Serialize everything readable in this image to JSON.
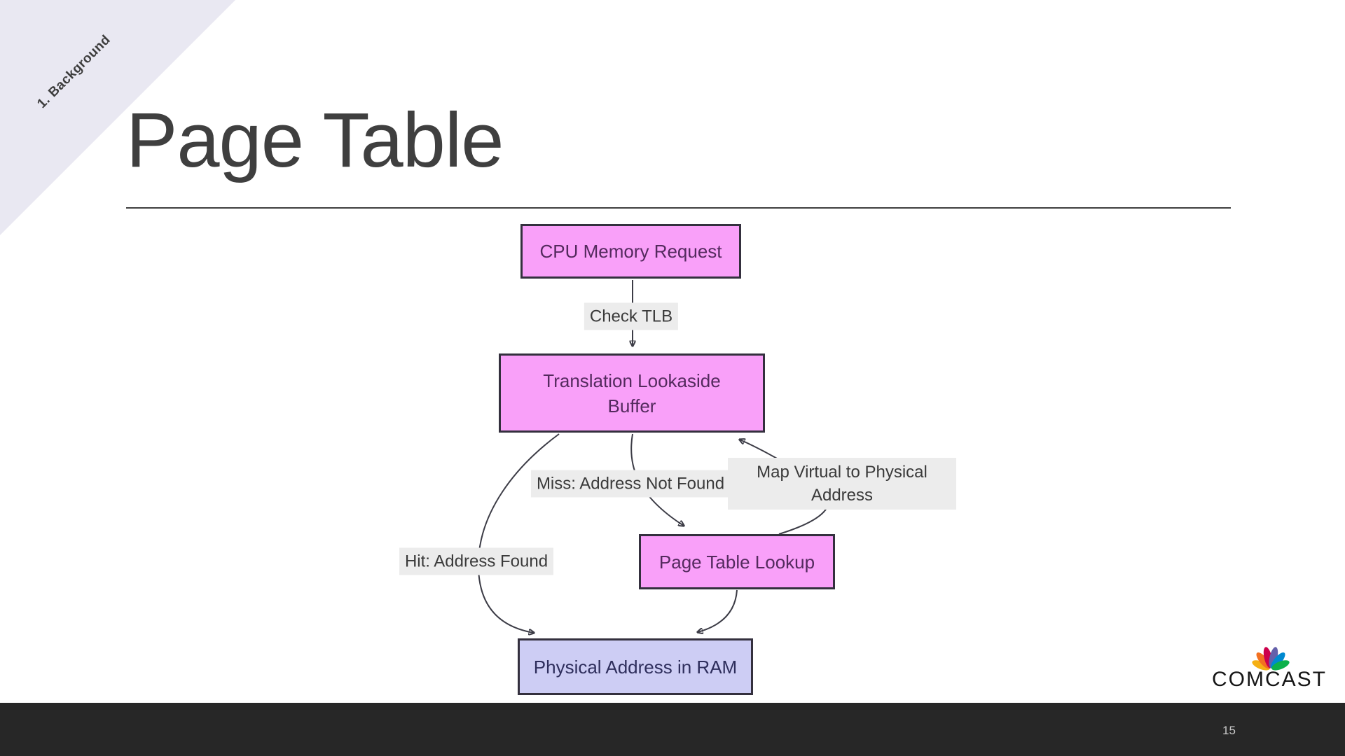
{
  "slide": {
    "section_label": "1. Background",
    "title": "Page Table",
    "page_number": "15"
  },
  "brand": {
    "wordmark": "COMCAST",
    "icon": "nbc-peacock-icon",
    "peacock_colors": [
      "#f5b014",
      "#f37021",
      "#cc004c",
      "#6460aa",
      "#0089d0",
      "#0db14b"
    ]
  },
  "colors": {
    "node_pink": "#f9a0f9",
    "node_lavender": "#cdcdf4",
    "node_border": "#34303e",
    "edge_stroke": "#3c3c46",
    "edge_label_bg": "#ececec",
    "ribbon_bg": "#e9e8f2",
    "footer_bg": "#272727"
  },
  "diagram": {
    "type": "flowchart",
    "nodes": [
      {
        "id": "cpu",
        "label": "CPU Memory Request",
        "fill": "#f9a0f9"
      },
      {
        "id": "tlb",
        "label": "Translation Lookaside Buffer",
        "fill": "#f9a0f9"
      },
      {
        "id": "ptl",
        "label": "Page Table Lookup",
        "fill": "#f9a0f9"
      },
      {
        "id": "ram",
        "label": "Physical Address in RAM",
        "fill": "#cdcdf4"
      }
    ],
    "edges": [
      {
        "from": "cpu",
        "to": "tlb",
        "label": "Check TLB"
      },
      {
        "from": "tlb",
        "to": "ram",
        "label": "Hit: Address Found"
      },
      {
        "from": "tlb",
        "to": "ptl",
        "label": "Miss: Address Not Found"
      },
      {
        "from": "ptl",
        "to": "tlb",
        "label": "Map Virtual to Physical Address"
      },
      {
        "from": "ptl",
        "to": "ram",
        "label": ""
      }
    ]
  }
}
